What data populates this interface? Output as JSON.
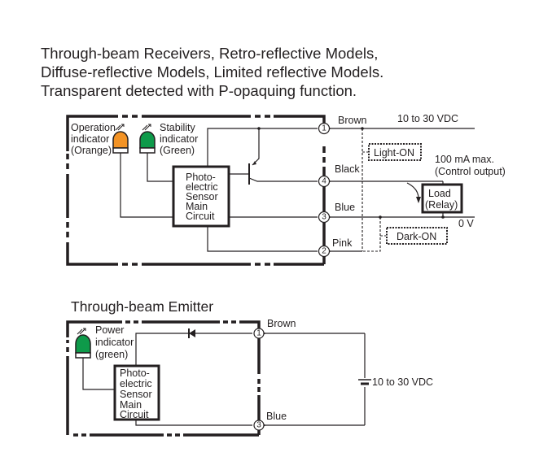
{
  "heading": {
    "lines": [
      "Through-beam Receivers, Retro-reflective Models,",
      "Diffuse-reflective Models, Limited reflective Models.",
      "Transparent detected with P-opaquing function."
    ]
  },
  "receiver": {
    "indicators": [
      {
        "lines": [
          "Operation",
          "indicator",
          "(Orange)"
        ],
        "color": "#f39325"
      },
      {
        "lines": [
          "Stability",
          "indicator",
          "(Green)"
        ],
        "color": "#0e9a4a"
      }
    ],
    "main_circuit": [
      "Photo-",
      "electric",
      "Sensor",
      "Main",
      "Circuit"
    ],
    "terminals": [
      {
        "number": "1",
        "wire": "Brown"
      },
      {
        "number": "4",
        "wire": "Black"
      },
      {
        "number": "3",
        "wire": "Blue"
      },
      {
        "number": "2",
        "wire": "Pink"
      }
    ],
    "supply": "10 to 30 VDC",
    "output_spec": [
      "100 mA max.",
      "(Control output)"
    ],
    "load": [
      "Load",
      "(Relay)"
    ],
    "ground": "0 V",
    "mode_light": "Light-ON",
    "mode_dark": "Dark-ON"
  },
  "emitter": {
    "title": "Through-beam Emitter",
    "indicator": {
      "lines": [
        "Power",
        "indicator",
        "(green)"
      ],
      "color": "#0e9a4a"
    },
    "main_circuit": [
      "Photo-",
      "electric",
      "Sensor",
      "Main",
      "Circuit"
    ],
    "terminals": [
      {
        "number": "1",
        "wire": "Brown"
      },
      {
        "number": "3",
        "wire": "Blue"
      }
    ],
    "supply": "10 to 30 VDC"
  }
}
